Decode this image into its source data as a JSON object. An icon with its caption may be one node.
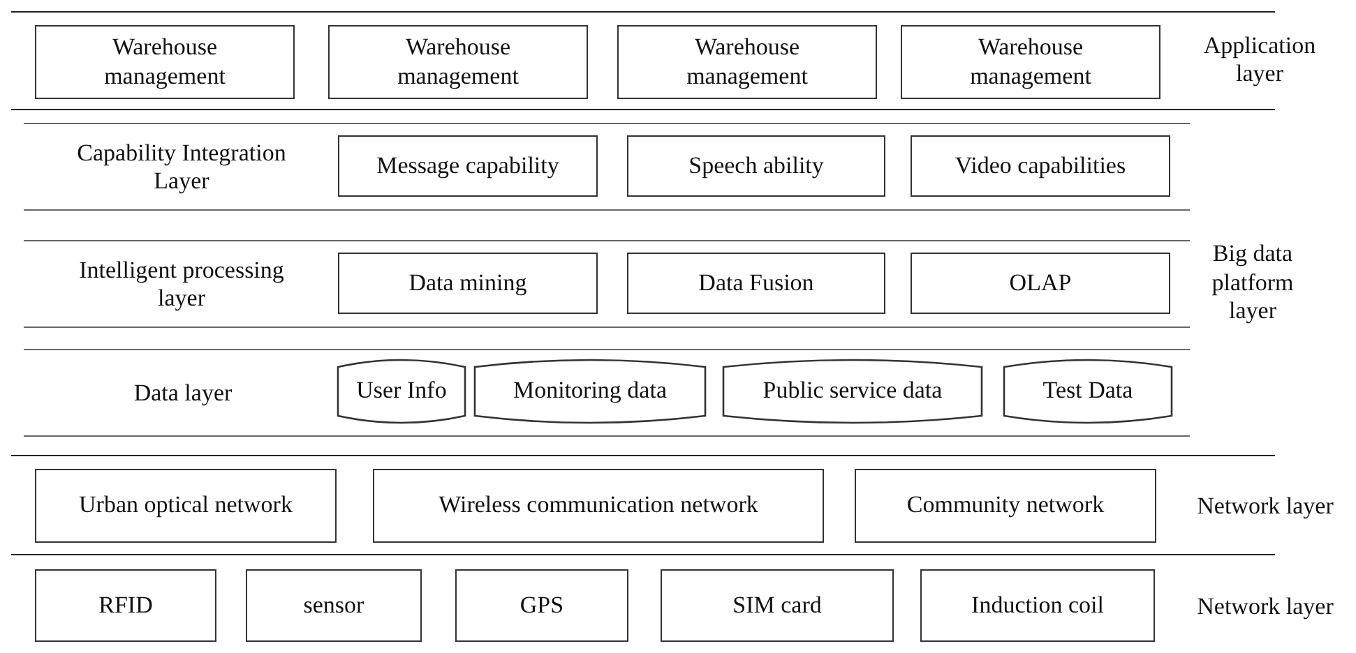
{
  "diagram": {
    "nodes": [
      {
        "text": [
          "Application layer"
        ]
      },
      {
        "text": [
          "Warehouse management"
        ],
        "in": 0
      },
      {
        "text": [
          "Warehouse management"
        ],
        "in": 0
      },
      {
        "text": [
          "Warehouse management"
        ],
        "in": 0
      },
      {
        "text": [
          "Warehouse management"
        ],
        "in": 0
      },
      {
        "text": [
          "Big data platform layer"
        ]
      },
      {
        "text": [
          "Capability Integration Layer"
        ],
        "in": 5
      },
      {
        "text": [
          "Message capability"
        ],
        "in": 6
      },
      {
        "text": [
          "Speech ability"
        ],
        "in": 6
      },
      {
        "text": [
          "Video capabilities"
        ],
        "in": 6
      },
      {
        "text": [
          "Intelligent processing layer"
        ],
        "in": 5
      },
      {
        "text": [
          "Data mining"
        ],
        "in": 10
      },
      {
        "text": [
          "Data Fusion"
        ],
        "in": 10
      },
      {
        "text": [
          "OLAP"
        ],
        "in": 10
      },
      {
        "text": [
          "Data layer"
        ],
        "in": 5
      },
      {
        "text": [
          "User Info"
        ],
        "in": 14
      },
      {
        "text": [
          "Monitoring data"
        ],
        "in": 14
      },
      {
        "text": [
          "Public service data"
        ],
        "in": 14
      },
      {
        "text": [
          "Test Data"
        ],
        "in": 14
      },
      {
        "text": [
          "Network layer"
        ]
      },
      {
        "text": [
          "Urban optical network"
        ],
        "in": 19
      },
      {
        "text": [
          "Wireless communication network"
        ],
        "in": 19
      },
      {
        "text": [
          "Community network"
        ],
        "in": 19
      },
      {
        "text": [
          "Network layer"
        ]
      },
      {
        "text": [
          "RFID"
        ],
        "in": 23
      },
      {
        "text": [
          "sensor"
        ],
        "in": 23
      },
      {
        "text": [
          "GPS"
        ],
        "in": 23
      },
      {
        "text": [
          "SIM card"
        ],
        "in": 23
      },
      {
        "text": [
          "Induction coil"
        ],
        "in": 23
      }
    ]
  }
}
